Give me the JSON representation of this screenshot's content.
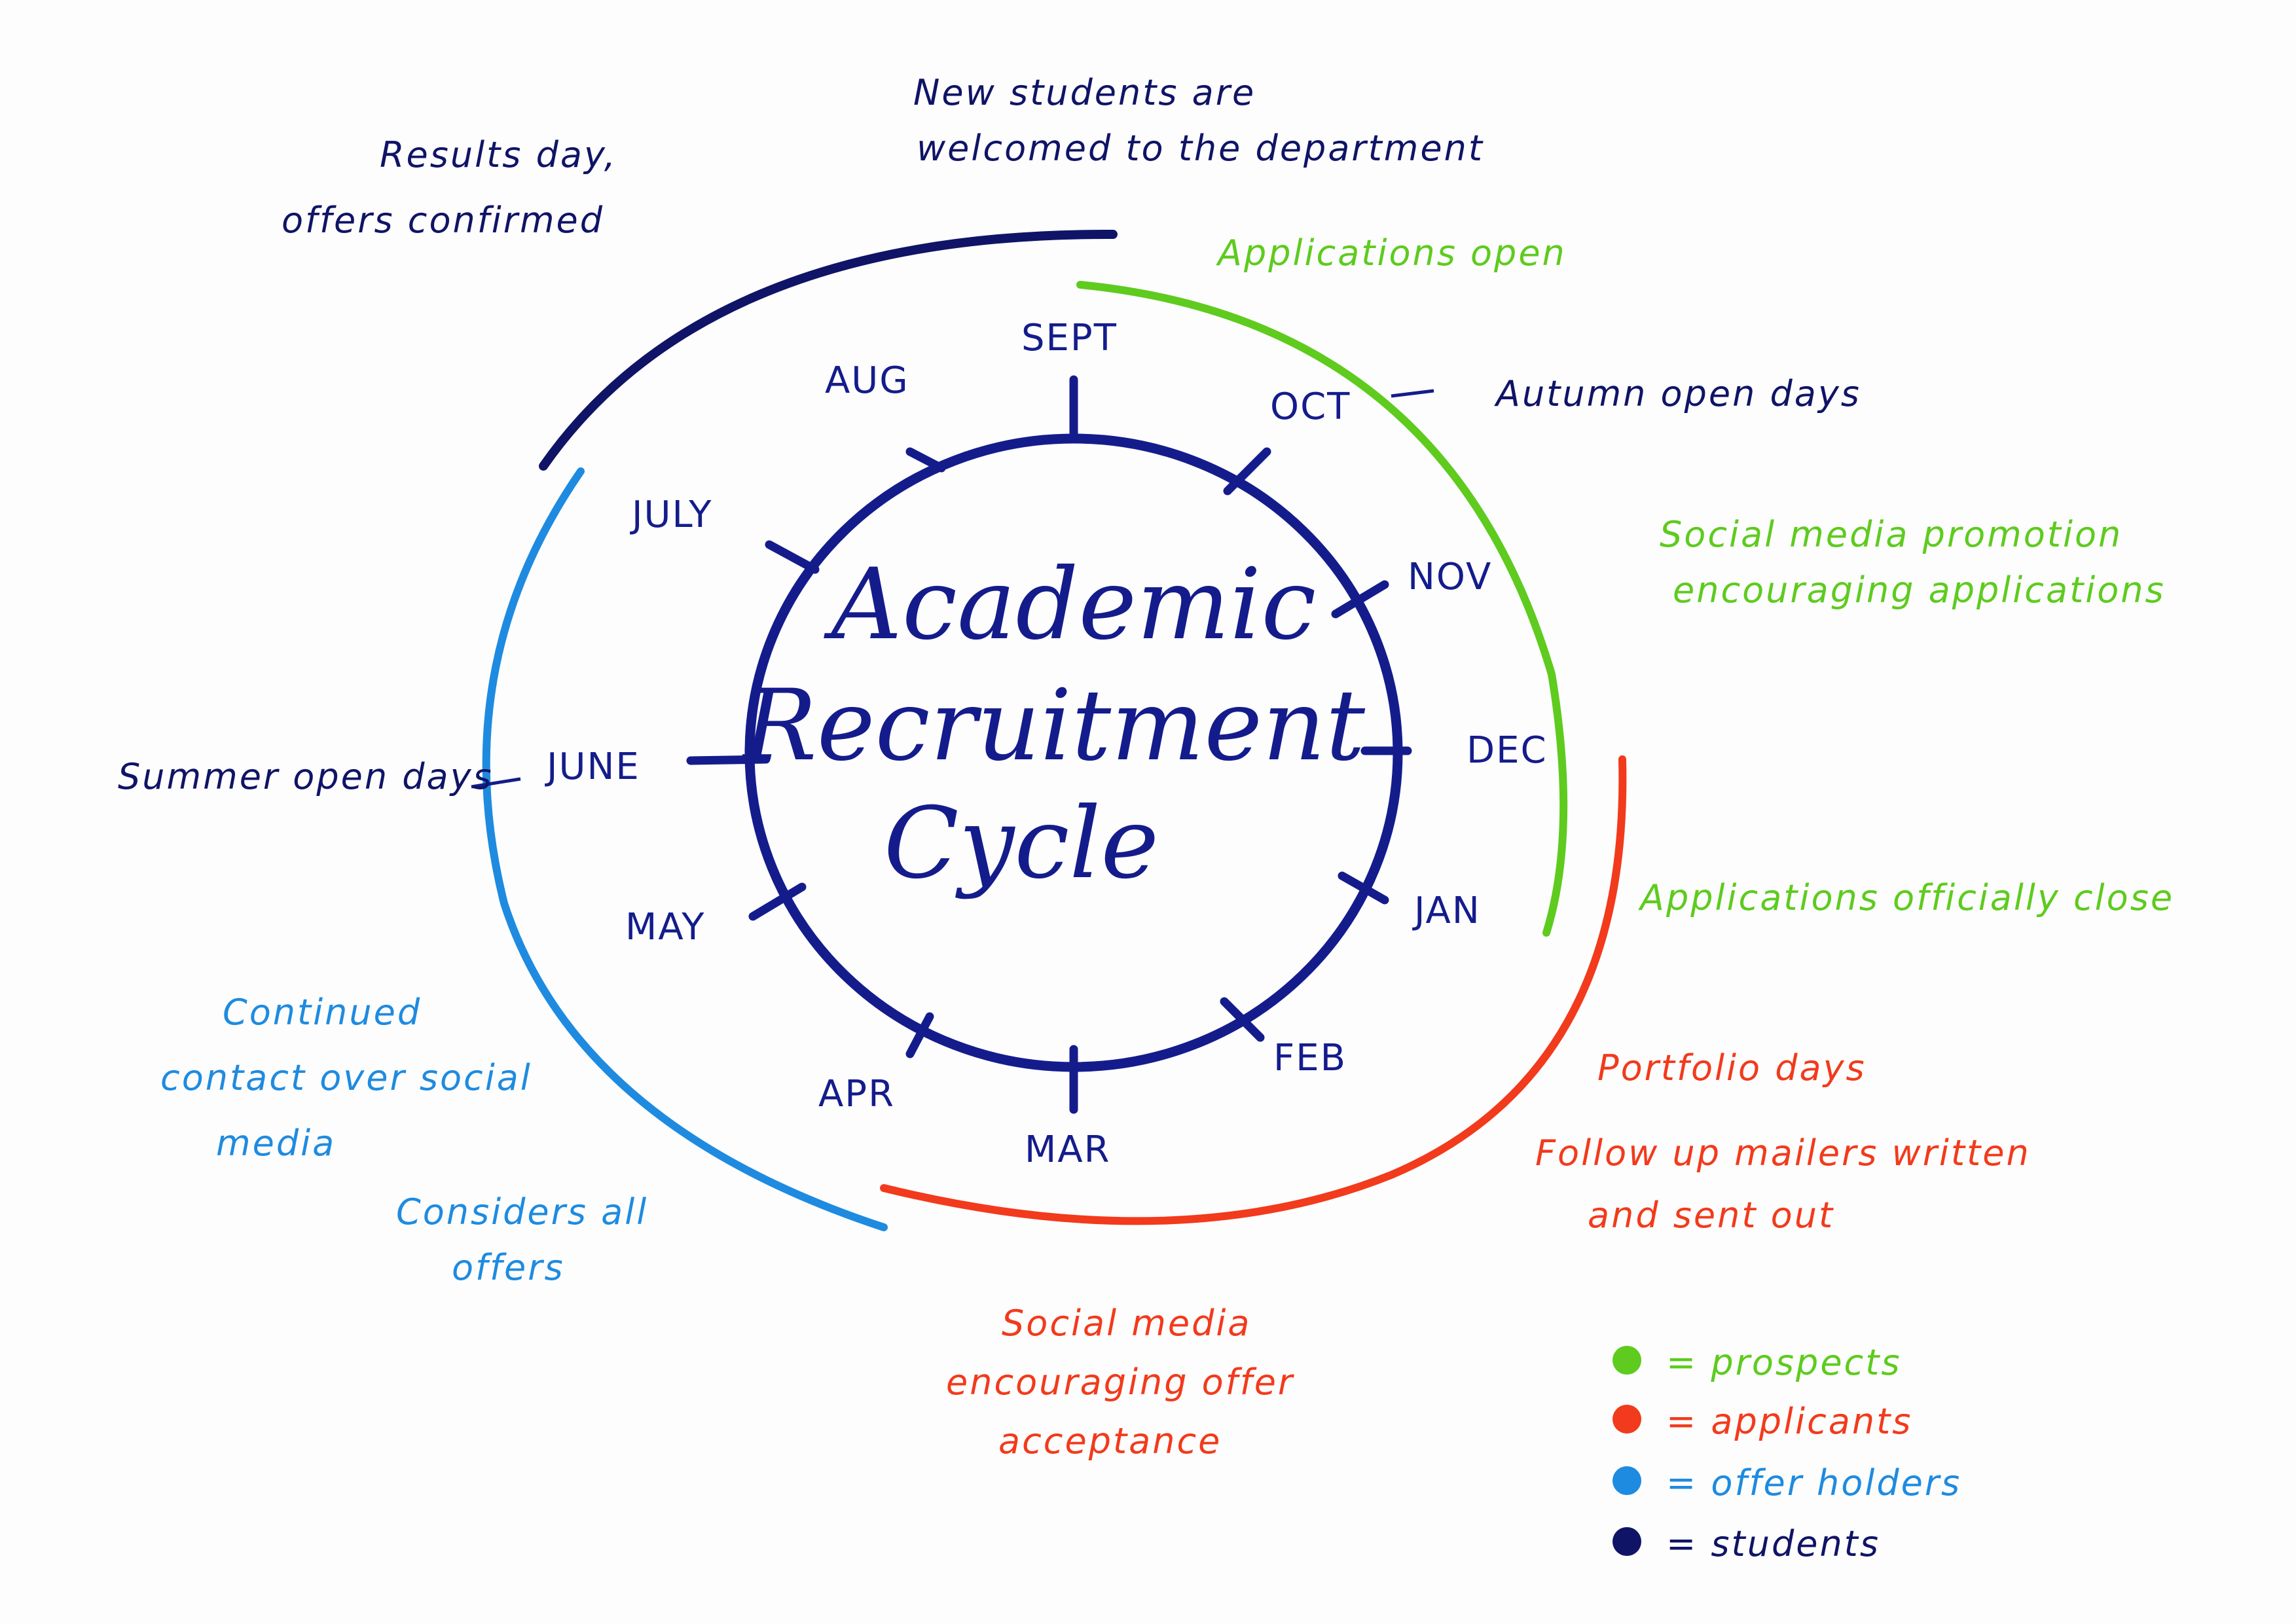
{
  "colors": {
    "navy": "#141c8c",
    "students": "#0f1466",
    "prospects": "#5ecb1e",
    "applicants": "#f23a1c",
    "offer_holders": "#1e8be0"
  },
  "title": {
    "line1": "Academic",
    "line2": "Recruitment",
    "line3": "Cycle"
  },
  "months": {
    "sept": "SEPT",
    "oct": "OCT",
    "nov": "NOV",
    "dec": "DEC",
    "jan": "JAN",
    "feb": "FEB",
    "mar": "MAR",
    "apr": "APR",
    "may": "MAY",
    "june": "JUNE",
    "july": "JULY",
    "aug": "AUG"
  },
  "annotations": {
    "new_students_1": "New students are",
    "new_students_2": "welcomed to the department",
    "results_1": "Results day,",
    "results_2": "offers confirmed",
    "applications_open": "Applications open",
    "autumn_open_days": "Autumn open days",
    "social_promo_1": "Social media promotion",
    "social_promo_2": "encouraging applications",
    "applications_close": "Applications officially close",
    "portfolio_days": "Portfolio days",
    "mailers_1": "Follow up mailers written",
    "mailers_2": "and sent out",
    "social_accept_1": "Social media",
    "social_accept_2": "encouraging offer",
    "social_accept_3": "acceptance",
    "summer_open_days": "Summer open days",
    "contact_1": "Continued",
    "contact_2": "contact over social",
    "contact_3": "media",
    "considers_1": "Considers all",
    "considers_2": "offers"
  },
  "legend": [
    {
      "label": "= prospects",
      "color": "#5ecb1e"
    },
    {
      "label": "= applicants",
      "color": "#f23a1c"
    },
    {
      "label": "= offer holders",
      "color": "#1e8be0"
    },
    {
      "label": "= students",
      "color": "#0f1466"
    }
  ]
}
